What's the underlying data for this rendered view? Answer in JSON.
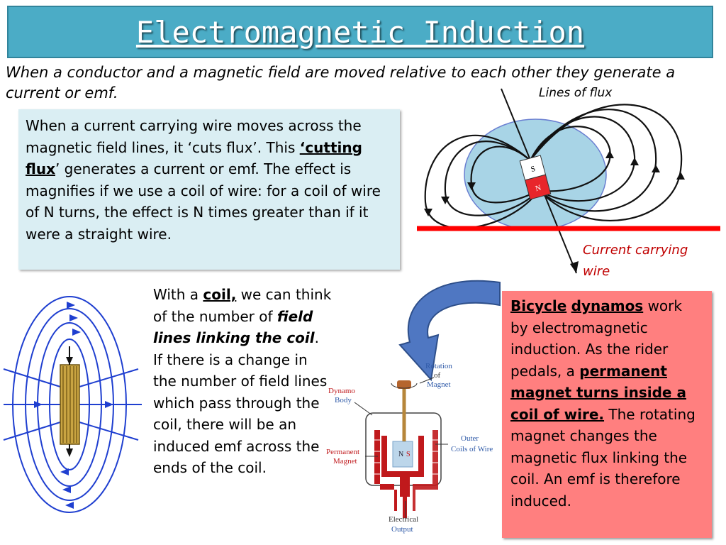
{
  "title": "Electromagnetic Induction",
  "intro": "When a conductor and a magnetic field are moved relative to each other they generate a current or emf.",
  "labels": {
    "lines_of_flux": "Lines of flux",
    "current_wire": "Current carrying wire"
  },
  "cutting_box": {
    "part1": "When a current carrying wire moves across the magnetic field lines, it ‘cuts flux’. This ",
    "emphasis": "‘cutting flux",
    "part2": "’ generates a current or emf. The effect is magnifies if we use a coil of wire: for a coil of wire of N turns, the effect is N times greater than if it were a straight wire."
  },
  "coil_text": {
    "part1": "With a ",
    "coil": "coil,",
    "part2": " we can think of the number of ",
    "field_lines": "field lines linking the coil",
    "part3": ". If there is a change in the number of field lines which pass through the coil, there will be an induced emf across the ends of the coil."
  },
  "dynamo_box": {
    "bicycle": "Bicycle",
    "space": " ",
    "dynamos": "dynamos",
    "part1": " work by electromagnetic induction. As the rider pedals, a ",
    "highlight": "permanent magnet turns inside a coil of wire.",
    "part2": " The rotating magnet changes the magnetic flux linking the coil. An emf is therefore induced."
  },
  "magnet_poles": {
    "south": "S",
    "north": "N"
  },
  "dynamo_labels": {
    "rotation1": "Rotation",
    "rotation2": "of",
    "rotation3": "Magnet",
    "body1": "Dynamo",
    "body2": "Body",
    "perm1": "Permanent",
    "perm2": "Magnet",
    "outer1": "Outer",
    "outer2": "Coils of Wire",
    "elec1": "Electrical",
    "elec2": "Output",
    "n": "N",
    "s": "S"
  },
  "colors": {
    "title_bar": "#4bacc6",
    "cutting_box": "#daeef3",
    "dynamo_box": "#ff7f7f",
    "wire_red": "#ff0000",
    "field_blue": "#1f3fd0"
  }
}
